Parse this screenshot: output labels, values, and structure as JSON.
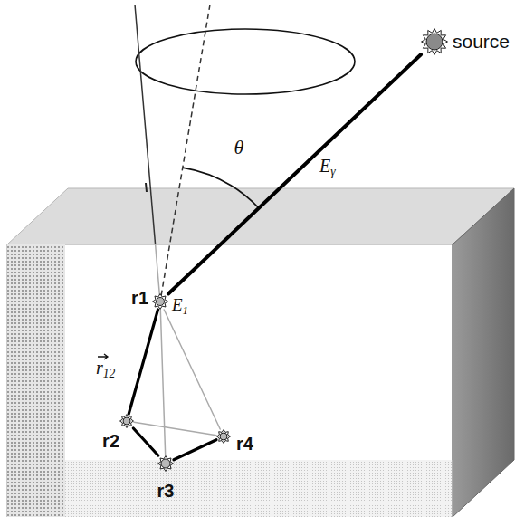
{
  "diagram": {
    "nodes": [
      {
        "text": [
          "source"
        ]
      },
      {
        "text": [
          "r1",
          "E1"
        ]
      },
      {
        "text": [
          "r2"
        ]
      },
      {
        "text": [
          "r3"
        ]
      },
      {
        "text": [
          "r4"
        ]
      }
    ],
    "edges": [
      {
        "from": 0,
        "to": 1,
        "label": "Eγ",
        "arrow": "none"
      },
      {
        "from": 1,
        "to": 2,
        "label": "r12",
        "arrow": "none"
      },
      {
        "from": 1,
        "to": 3,
        "arrow": "none"
      },
      {
        "from": 1,
        "to": 4,
        "arrow": "none"
      },
      {
        "from": 2,
        "to": 3,
        "arrow": "none"
      },
      {
        "from": 2,
        "to": 4,
        "arrow": "none"
      },
      {
        "from": 3,
        "to": 4,
        "arrow": "none"
      }
    ],
    "labels": [
      "θ"
    ]
  }
}
